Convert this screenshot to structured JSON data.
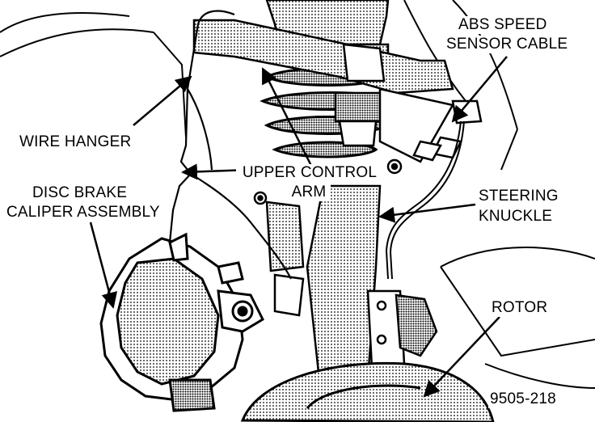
{
  "colors": {
    "ink": "#000000",
    "paper": "#ffffff",
    "hatch": "#000000"
  },
  "labels": {
    "abs_speed_sensor_cable": [
      "ABS SPEED",
      "SENSOR CABLE"
    ],
    "wire_hanger": "WIRE HANGER",
    "upper_control_arm": [
      "UPPER CONTROL",
      "ARM"
    ],
    "disc_brake_caliper_assembly": [
      "DISC BRAKE",
      "CALIPER ASSEMBLY"
    ],
    "steering_knuckle": [
      "STEERING",
      "KNUCKLE"
    ],
    "rotor": "ROTOR",
    "figure_id": "9505-218"
  }
}
